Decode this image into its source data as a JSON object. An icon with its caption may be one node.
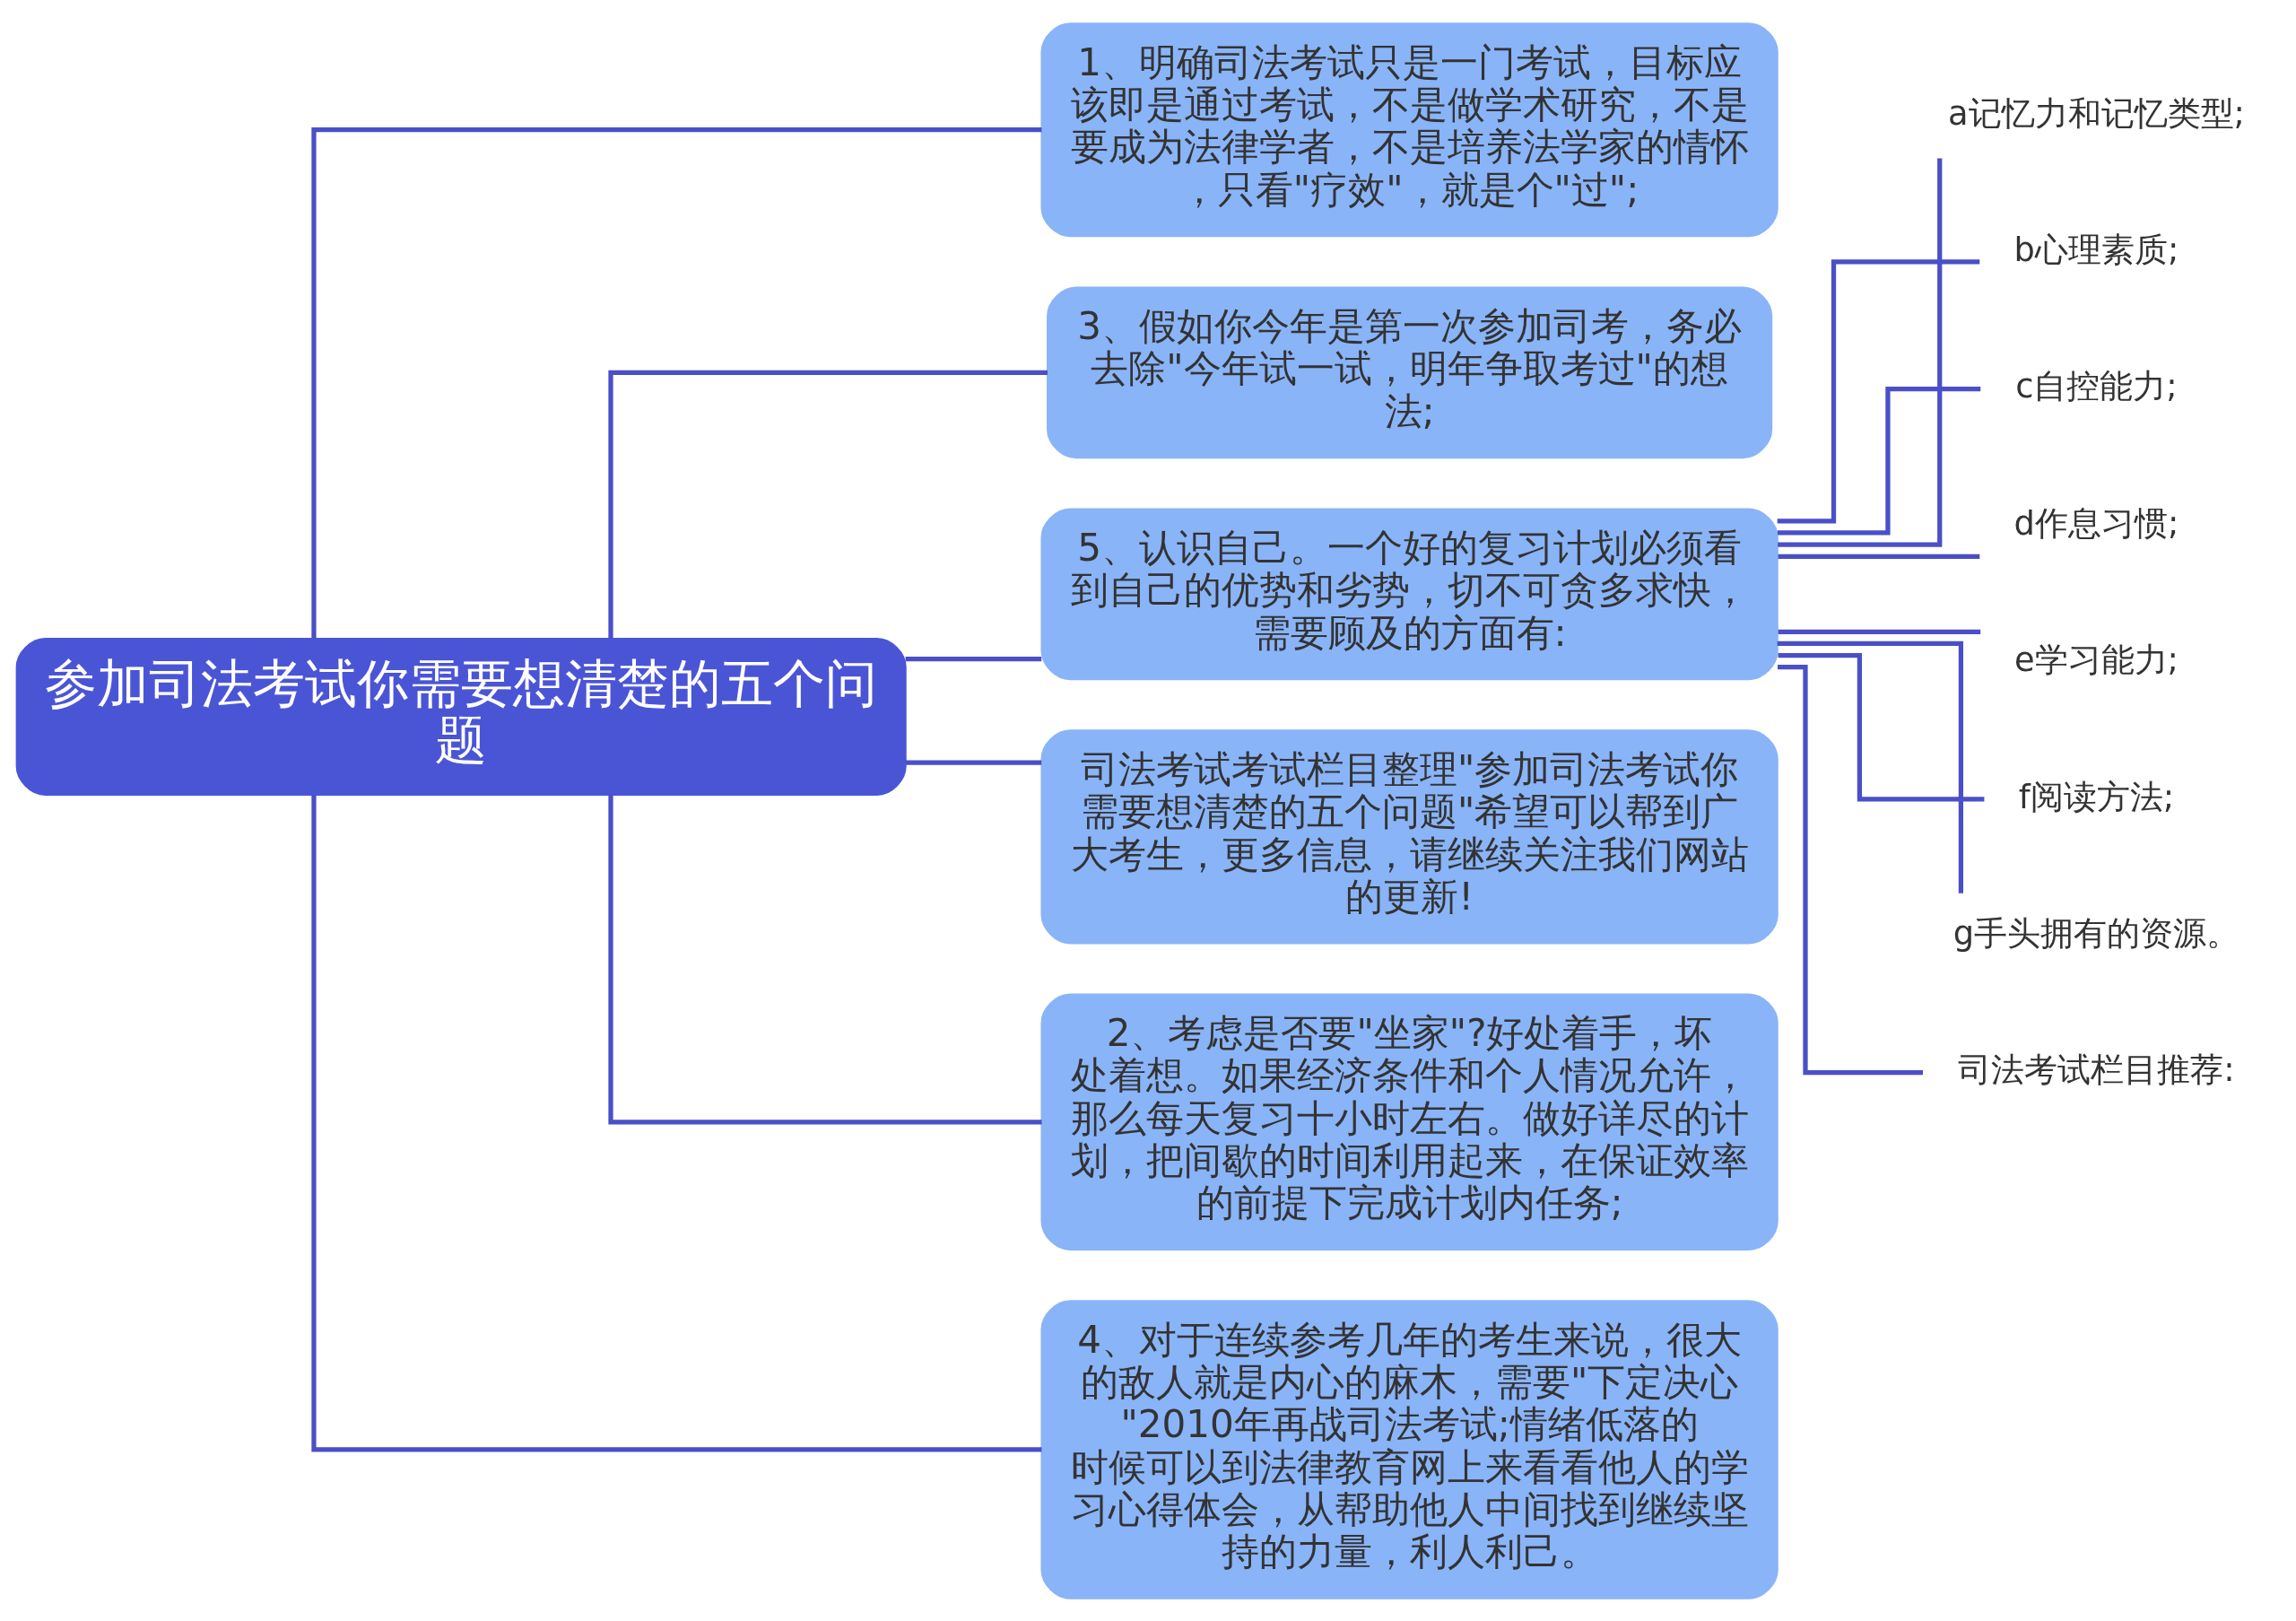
{
  "diagram": {
    "nodes": [
      {
        "text": [
          "参加司法考试你需要想清楚的五个问题"
        ]
      },
      {
        "text": [
          "1、明确司法考试只是一门考试，目标应该即是通过考试，不是做学术研究，不是要成为法律学者，不是培养法学家的情怀，只看\"疗效\"，就是个\"过\";"
        ]
      },
      {
        "text": [
          "3、假如你今年是第一次参加司考，务必去除\"今年试一试，明年争取考过\"的想法;"
        ]
      },
      {
        "text": [
          "5、认识自己。一个好的复习计划必须看到自己的优势和劣势，切不可贪多求快，需要顾及的方面有:"
        ]
      },
      {
        "text": [
          "a记忆力和记忆类型;"
        ]
      },
      {
        "text": [
          "b心理素质;"
        ]
      },
      {
        "text": [
          "c自控能力;"
        ]
      },
      {
        "text": [
          "d作息习惯;"
        ]
      },
      {
        "text": [
          "e学习能力;"
        ]
      },
      {
        "text": [
          "f阅读方法;"
        ]
      },
      {
        "text": [
          "g手头拥有的资源。"
        ]
      },
      {
        "text": [
          "司法考试栏目推荐:"
        ]
      },
      {
        "text": [
          "司法考试考试栏目整理\"参加司法考试你需要想清楚的五个问题\"希望可以帮到广大考生，更多信息，请继续关注我们网站的更新!"
        ]
      },
      {
        "text": [
          "2、考虑是否要\"坐家\"?好处着手，坏处着想。如果经济条件和个人情况允许，那么每天复习十小时左右。做好详尽的计划，把间歇的时间利用起来，在保证效率的前提下完成计划内任务;"
        ]
      },
      {
        "text": [
          "4、对于连续参考几年的考生来说，很大的敌人就是内心的麻木，需要\"下定决心\"2010年再战司法考试;情绪低落的时候可以到法律教育网上来看看他人的学习心得体会，从帮助他人中间找到继续坚持的力量，利人利己。"
        ]
      }
    ],
    "edges": [
      {
        "from": 0,
        "to": 1,
        "arrow": "none"
      },
      {
        "from": 0,
        "to": 2,
        "arrow": "none"
      },
      {
        "from": 0,
        "to": 3,
        "arrow": "none"
      },
      {
        "from": 3,
        "to": 4,
        "arrow": "none"
      },
      {
        "from": 3,
        "to": 5,
        "arrow": "none"
      },
      {
        "from": 3,
        "to": 6,
        "arrow": "none"
      },
      {
        "from": 3,
        "to": 7,
        "arrow": "none"
      },
      {
        "from": 3,
        "to": 8,
        "arrow": "none"
      },
      {
        "from": 3,
        "to": 9,
        "arrow": "none"
      },
      {
        "from": 3,
        "to": 10,
        "arrow": "none"
      },
      {
        "from": 3,
        "to": 11,
        "arrow": "none"
      },
      {
        "from": 0,
        "to": 12,
        "arrow": "none"
      },
      {
        "from": 0,
        "to": 13,
        "arrow": "none"
      },
      {
        "from": 0,
        "to": 14,
        "arrow": "none"
      }
    ]
  }
}
